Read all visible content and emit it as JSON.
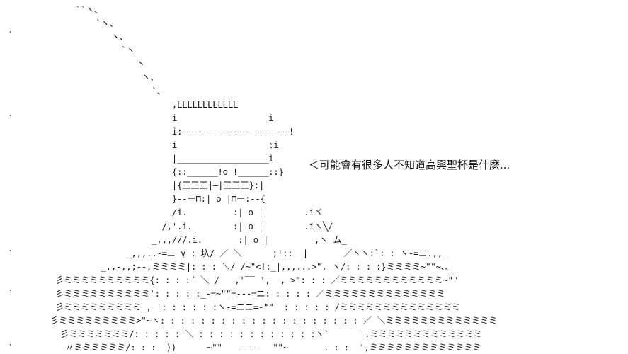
{
  "art": {
    "lines": [
      "              ``ヽ、",
      "                  `ヽ、",
      "                     ヽ、",
      "                       `ヽ",
      "                          ヽ",
      "                           ヽ、",
      "                             `、",
      "                                 ,LLLLLLLLLLLL",
      "                                 i                  i",
      "                                 i:---------------------!",
      "                                 i                  :i",
      "                                 |__________________i",
      "                                 {::______!o !______::}",
      "                                 |{三三三|—|三三三}:|",
      "                                 }--ー⊓:| o |⊓ー:--{",
      "                                 /i.         :| o |        .iヾ",
      "                               /,'.i.        :| o |        .iヽ╲/",
      "                             _,,,///.i.       :| o |         ,ヽ ム_",
      "                        _,,,..-=ニ γ : 圦/ ／ ＼      ;!::  |       ／ヽヽ:`: : ヽ-=ニ.,,_",
      "                   _,,-,,;--,ミミミミ|: : : ＼/ /~\"<!:_|,,,...>\", ヽ/: : : :}ミミミミ~\"\"~、、",
      "          彡ミミミミミミミミミミ{: : : :´ ＼ /   ,'‾‾ ',  , >\": : : ／ミミミミミミミミミミミミ~\"\"",
      "          彡ミミミミミミミミミミ': : : : :_-=~\"\"=---=ニ: : : : : ／ミミミミミミミミミミミミミミ",
      "          彡ミミミミミミミミミ_, ': : : : : :ヽ-=ニニ=-\"\"  : : : : : /ミミミミミミミミミミミミミミ",
      "         彡ミミミミミミミミミ>\"~ヽ: : : : : : : : : : : : : : : : : : : : ／ ＼ミミミミミミミミミミミミミ",
      "           彡ミミミミミミミ/: : : : : ＼ : : : : : : : : : : : :ヽ`      ',ミミミミミミミミミミミミミ",
      "            〃ミミミミミミ/: : :  ))      ~\"\"   ----   \"\"~       . : :  ',ミミミミミミミミミミミミミ"
    ]
  },
  "speech": {
    "text": "＜可能會有很多人不知道高興聖杯是什麼..."
  }
}
